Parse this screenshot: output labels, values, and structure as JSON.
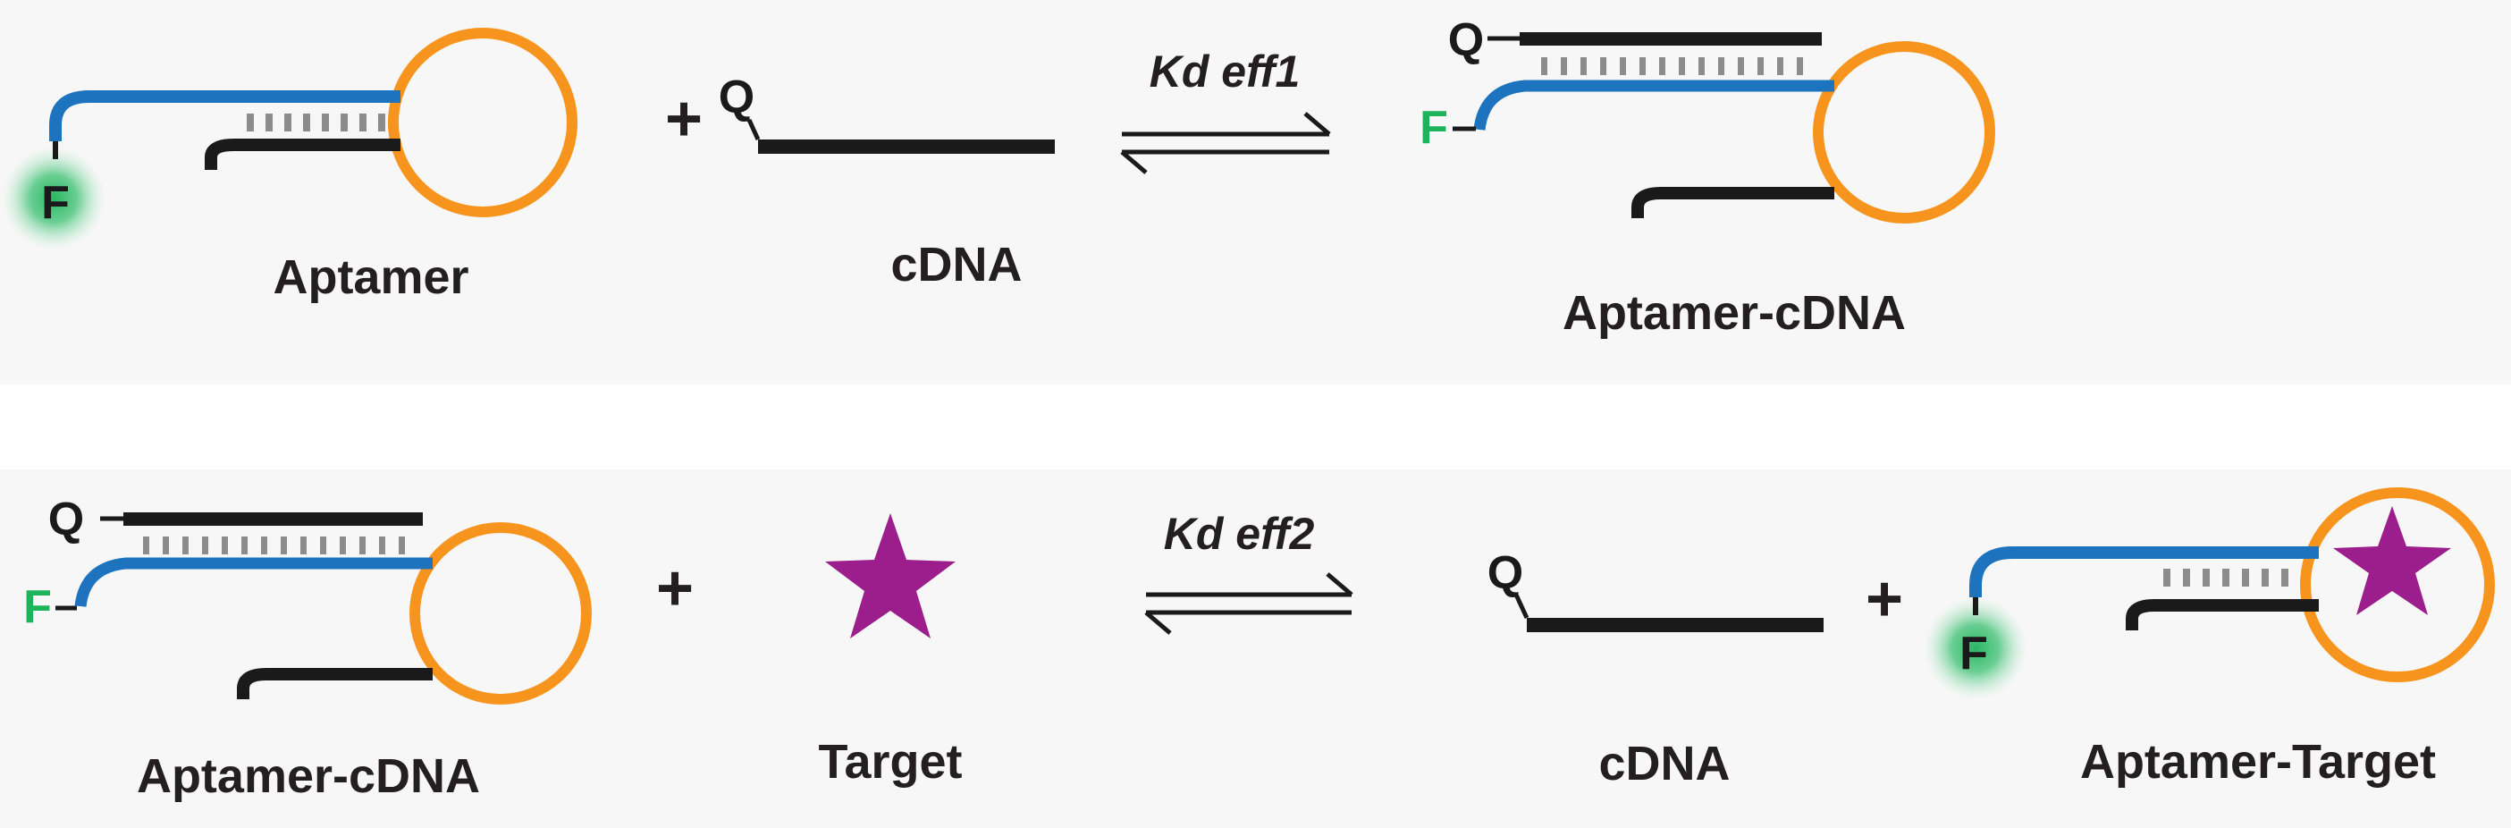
{
  "colors": {
    "aptamer_blue": "#1e73be",
    "loop_orange": "#f7941d",
    "strand_black": "#1a1a1a",
    "base_pair_gray": "#8c8c8c",
    "fluorophore_green": "#1db35b",
    "target_purple": "#9b1e8c",
    "panel_background": "#f7f7f7"
  },
  "labels": {
    "aptamer": "Aptamer",
    "cdna": "cDNA",
    "aptamer_cdna": "Aptamer-cDNA",
    "target": "Target",
    "aptamer_target": "Aptamer-Target"
  },
  "symbols": {
    "plus": "+",
    "quencher": "Q",
    "fluorophore": "F"
  },
  "equilibria": {
    "kd1": "Kd eff1",
    "kd2": "Kd eff2"
  }
}
